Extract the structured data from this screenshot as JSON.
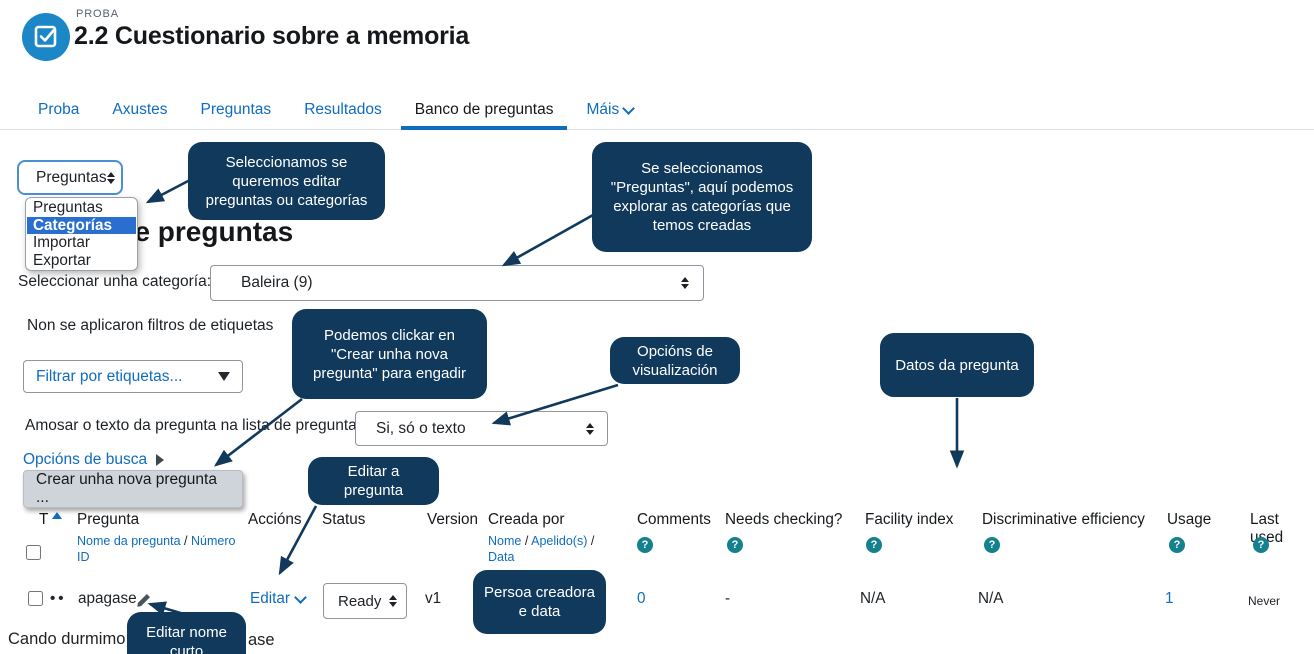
{
  "header": {
    "course_label": "PROBA",
    "title": "2.2 Cuestionario sobre a memoria"
  },
  "tabs": {
    "items": [
      "Proba",
      "Axustes",
      "Preguntas",
      "Resultados",
      "Banco de preguntas",
      "Máis"
    ],
    "active": "Banco de preguntas"
  },
  "mode_select": {
    "value": "Preguntas"
  },
  "menu": {
    "options": [
      "Preguntas",
      "Categorías",
      "Importar",
      "Exportar"
    ],
    "selected": "Categorías"
  },
  "heading": "Banco de preguntas",
  "category": {
    "label": "Seleccionar unha categoría:",
    "value": "Baleira (9)"
  },
  "filters": {
    "no_tags_text": "Non se aplicaron filtros de etiquetas",
    "tag_placeholder": "Filtrar por etiquetas...",
    "show_text_label": "Amosar o texto da pregunta na lista de preguntas",
    "show_text_value": "Si, só o texto",
    "search_options_label": "Opcións de busca"
  },
  "create_button_label": "Crear unha nova pregunta ...",
  "callouts": {
    "select_mode": "Seleccionamos se queremos editar preguntas ou categorías",
    "categories": "Se seleccionamos \"Preguntas\", aquí podemos explorar as categorías que temos creadas",
    "create": "Podemos clickar en \"Crear unha nova pregunta\" para engadir",
    "display": "Opcións de visualización",
    "question_data": "Datos da pregunta",
    "edit_question": "Editar a pregunta",
    "creator": "Persoa creadora e data",
    "short_name": "Editar nome curto"
  },
  "table": {
    "sep": "/",
    "help_glyph": "?",
    "headers": {
      "t": "T",
      "pregunta": "Pregunta",
      "accions": "Accións",
      "status": "Status",
      "version": "Version",
      "creada_por": "Creada por",
      "comments": "Comments",
      "needs_checking": "Needs checking?",
      "facility_index": "Facility index",
      "discriminative_efficiency": "Discriminative efficiency",
      "usage": "Usage",
      "last_used": "Last used"
    },
    "pregunta_sub": [
      "Nome da pregunta",
      "Número ID"
    ],
    "creada_sub": [
      "Nome",
      "Apelido(s)",
      "Data"
    ],
    "row": {
      "type_icon": "••",
      "name": "apagase",
      "action": "Editar",
      "status": "Ready",
      "version": "v1",
      "comments": "0",
      "needs_checking": "-",
      "facility_index": "N/A",
      "discriminative_efficiency": "N/A",
      "usage": "1",
      "last_used": "Never"
    }
  },
  "question_preview": {
    "left_fragment": "Cando durmimo",
    "right_fragment": "ase"
  },
  "colors": {
    "accent_blue": "#0f6cbf",
    "callout_navy": "#10395c",
    "option_highlight": "#2a6fd0",
    "help_teal": "#15818f",
    "icon_circle_blue": "#1b87c6",
    "button_gray": "#ced4da"
  }
}
